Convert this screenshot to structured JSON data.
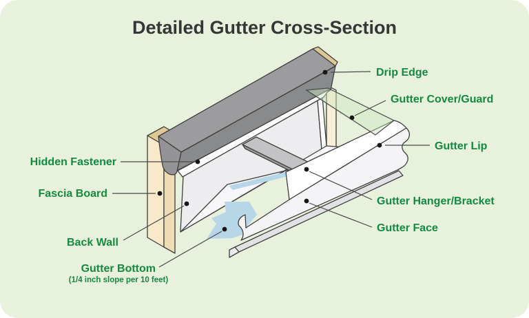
{
  "title": "Detailed Gutter Cross-Section",
  "labels": [
    {
      "id": "drip-edge",
      "text": "Drip Edge"
    },
    {
      "id": "gutter-cover",
      "text": "Gutter Cover/Guard"
    },
    {
      "id": "gutter-lip",
      "text": "Gutter Lip"
    },
    {
      "id": "gutter-hanger",
      "text": "Gutter Hanger/Bracket"
    },
    {
      "id": "gutter-face",
      "text": "Gutter Face"
    },
    {
      "id": "hidden-fastener",
      "text": "Hidden Fastener"
    },
    {
      "id": "fascia-board",
      "text": "Fascia Board"
    },
    {
      "id": "back-wall",
      "text": "Back Wall"
    },
    {
      "id": "gutter-bottom",
      "text": "Gutter Bottom",
      "subtext": "(1/4 inch slope per 10 feet)"
    }
  ],
  "colors": {
    "card_background": "#e7f1dc",
    "label_green": "#148a40",
    "title_color": "#363636",
    "metal_gray": "#9c9c9e",
    "fascia_tan": "#f7e9c9",
    "water_blue": "#b7d7e9"
  }
}
